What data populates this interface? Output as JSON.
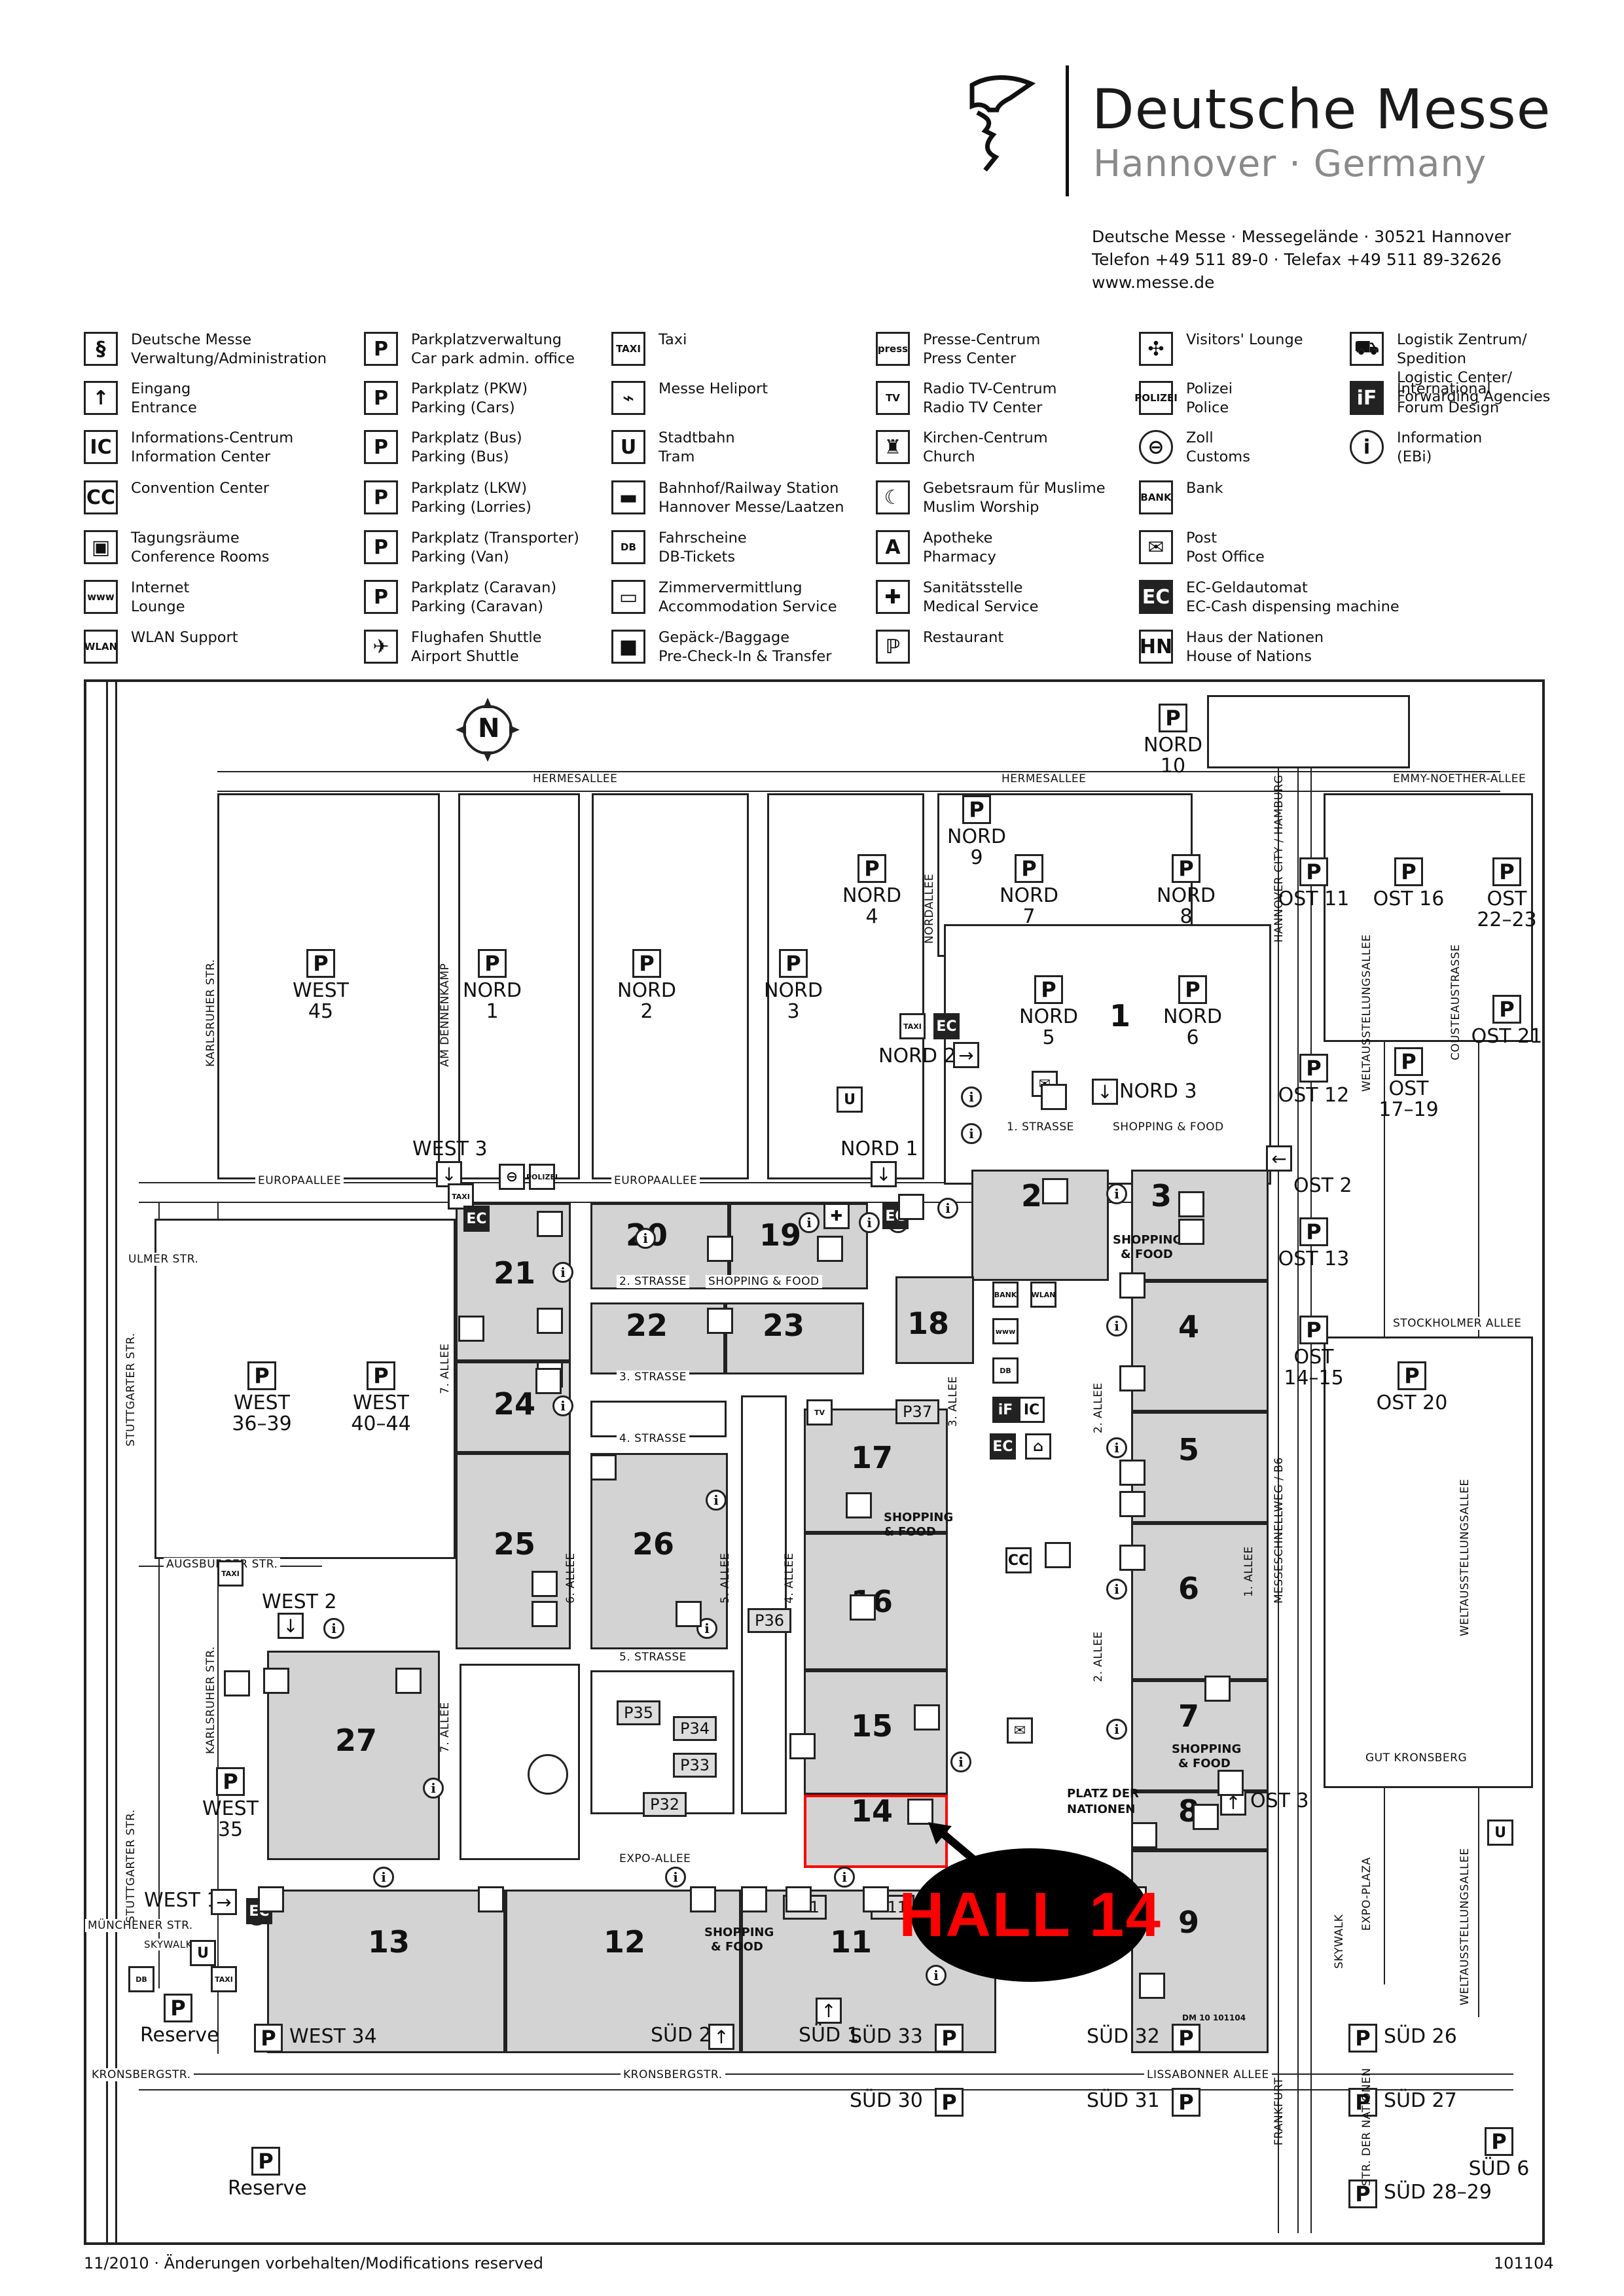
{
  "header": {
    "brand": "Deutsche Messe",
    "brand_sub": "Hannover · Germany",
    "address_line1": "Deutsche Messe · Messegelände · 30521 Hannover",
    "address_line2": "Telefon +49 511 89-0 · Telefax +49 511 89-32626",
    "address_line3": "www.messe.de"
  },
  "legend": [
    {
      "icon": "head-logo-icon",
      "glyph": "§",
      "de": "Deutsche Messe",
      "en": "Verwaltung/Administration"
    },
    {
      "icon": "entrance-arrow-icon",
      "glyph": "↑",
      "de": "Eingang",
      "en": "Entrance"
    },
    {
      "icon": "ic-icon",
      "glyph": "IC",
      "de": "Informations-Centrum",
      "en": "Information Center"
    },
    {
      "icon": "cc-icon",
      "glyph": "CC",
      "de": "Convention Center",
      "en": ""
    },
    {
      "icon": "conference-icon",
      "glyph": "▣",
      "de": "Tagungsräume",
      "en": "Conference Rooms"
    },
    {
      "icon": "www-icon",
      "glyph": "www",
      "de": "Internet",
      "en": "Lounge"
    },
    {
      "icon": "wlan-icon",
      "glyph": "WLAN",
      "de": "WLAN Support",
      "en": ""
    },
    {
      "icon": "car-park-admin-icon",
      "glyph": "P",
      "de": "Parkplatzverwaltung",
      "en": "Car park admin. office"
    },
    {
      "icon": "parking-cars-icon",
      "glyph": "P",
      "de": "Parkplatz (PKW)",
      "en": "Parking (Cars)"
    },
    {
      "icon": "parking-bus-icon",
      "glyph": "P",
      "de": "Parkplatz (Bus)",
      "en": "Parking (Bus)"
    },
    {
      "icon": "parking-lorries-icon",
      "glyph": "P",
      "de": "Parkplatz (LKW)",
      "en": "Parking (Lorries)"
    },
    {
      "icon": "parking-van-icon",
      "glyph": "P",
      "de": "Parkplatz (Transporter)",
      "en": "Parking (Van)"
    },
    {
      "icon": "parking-caravan-icon",
      "glyph": "P",
      "de": "Parkplatz (Caravan)",
      "en": "Parking (Caravan)"
    },
    {
      "icon": "airport-shuttle-icon",
      "glyph": "✈",
      "de": "Flughafen Shuttle",
      "en": "Airport Shuttle"
    },
    {
      "icon": "taxi-icon",
      "glyph": "TAXI",
      "de": "Taxi",
      "en": ""
    },
    {
      "icon": "heliport-icon",
      "glyph": "⌁",
      "de": "Messe Heliport",
      "en": ""
    },
    {
      "icon": "tram-icon",
      "glyph": "U",
      "de": "Stadtbahn",
      "en": "Tram"
    },
    {
      "icon": "railway-icon",
      "glyph": "▬",
      "de": "Bahnhof/Railway Station",
      "en": "Hannover Messe/Laatzen"
    },
    {
      "icon": "db-tickets-icon",
      "glyph": "DB",
      "de": "Fahrscheine",
      "en": "DB-Tickets"
    },
    {
      "icon": "accommodation-icon",
      "glyph": "▭",
      "de": "Zimmervermittlung",
      "en": "Accommodation Service"
    },
    {
      "icon": "baggage-icon",
      "glyph": "■",
      "de": "Gepäck-/Baggage",
      "en": "Pre-Check-In & Transfer"
    },
    {
      "icon": "press-icon",
      "glyph": "press",
      "de": "Presse-Centrum",
      "en": "Press Center"
    },
    {
      "icon": "radio-tv-icon",
      "glyph": "TV",
      "de": "Radio TV-Centrum",
      "en": "Radio TV Center"
    },
    {
      "icon": "church-icon",
      "glyph": "♜",
      "de": "Kirchen-Centrum",
      "en": "Church"
    },
    {
      "icon": "muslim-worship-icon",
      "glyph": "☾",
      "de": "Gebetsraum für Muslime",
      "en": "Muslim Worship"
    },
    {
      "icon": "pharmacy-icon",
      "glyph": "A",
      "de": "Apotheke",
      "en": "Pharmacy"
    },
    {
      "icon": "medical-icon",
      "glyph": "✚",
      "de": "Sanitätsstelle",
      "en": "Medical Service"
    },
    {
      "icon": "restaurant-icon",
      "glyph": "ℙ",
      "de": "Restaurant",
      "en": ""
    },
    {
      "icon": "visitors-lounge-icon",
      "glyph": "✣",
      "de": "Visitors' Lounge",
      "en": ""
    },
    {
      "icon": "police-icon",
      "glyph": "POLIZEI",
      "de": "Polizei",
      "en": "Police"
    },
    {
      "icon": "customs-icon",
      "glyph": "⊖",
      "de": "Zoll",
      "en": "Customs"
    },
    {
      "icon": "bank-icon",
      "glyph": "BANK",
      "de": "Bank",
      "en": ""
    },
    {
      "icon": "post-office-icon",
      "glyph": "✉",
      "de": "Post",
      "en": "Post Office"
    },
    {
      "icon": "ec-cash-icon",
      "glyph": "EC",
      "de": "EC-Geldautomat",
      "en": "EC-Cash dispensing machine"
    },
    {
      "icon": "house-of-nations-icon",
      "glyph": "HN",
      "de": "Haus der Nationen",
      "en": "House of Nations"
    },
    {
      "icon": "logistics-icon",
      "glyph": "⛟",
      "de": "Logistik Zentrum/",
      "en": "Spedition"
    },
    {
      "icon": "forum-design-icon",
      "glyph": "iF",
      "de": "International",
      "en": "Forum Design"
    },
    {
      "icon": "information-icon",
      "glyph": "i",
      "de": "Information",
      "en": "(EBi)"
    }
  ],
  "legend_extra": {
    "logistics_line3": "Logistic Center/",
    "logistics_line4": "Forwarding Agencies"
  },
  "map": {
    "halls": [
      "1",
      "2",
      "3",
      "4",
      "5",
      "6",
      "7",
      "8",
      "9",
      "11",
      "12",
      "13",
      "14",
      "15",
      "16",
      "17",
      "18",
      "19",
      "20",
      "21",
      "22",
      "23",
      "24",
      "25",
      "26",
      "27"
    ],
    "streets": {
      "hermesallee_w": "HERMESALLEE",
      "hermesallee_e": "HERMESALLEE",
      "emmy": "EMMY-NOETHER-ALLEE",
      "europaallee_w": "EUROPAALLEE",
      "europaallee_e": "EUROPAALLEE",
      "ulmer": "ULMER STR.",
      "augsburger": "AUGSBURGER STR.",
      "muenchener": "MÜNCHENER STR.",
      "kronsberg_w": "KRONSBERGSTR.",
      "kronsberg_e": "KRONSBERGSTR.",
      "lissabonner": "LISSABONNER ALLEE",
      "stockholmer": "STOCKHOLMER ALLEE",
      "gut_kronsberg": "GUT KRONSBERG",
      "expo_allee": "EXPO-ALLEE",
      "strasse1": "1. STRASSE",
      "strasse2": "2. STRASSE",
      "strasse3": "3. STRASSE",
      "strasse4": "4. STRASSE",
      "strasse5": "5. STRASSE",
      "karlsruher_n": "KARLSRUHER STR.",
      "karlsruher_s": "KARLSRUHER STR.",
      "stuttgarter_n": "STUTTGARTER STR.",
      "stuttgarter_s": "STUTTGARTER STR.",
      "dennenkamp": "AM DENNENKAMP",
      "allee7": "7. ALLEE",
      "allee7b": "7. ALLEE",
      "allee6": "6. ALLEE",
      "allee5": "5. ALLEE",
      "allee4": "4. ALLEE",
      "allee3": "3. ALLEE",
      "allee2": "2. ALLEE",
      "allee2b": "2. ALLEE",
      "allee1": "1. ALLEE",
      "nordallee": "NORDALLEE",
      "messeschnellweg": "MESSESCHNELLWEG / B6",
      "hannover_city": "HANNOVER CITY / HAMBURG",
      "weltausstellung1": "WELTAUSSTELLUNGSALLEE",
      "weltausstellung2": "WELTAUSSTELLUNGSALLEE",
      "weltausstellung3": "WELTAUSSTELLUNGSALLEE",
      "cousteau": "COUSTEAUSTRASSE",
      "skywalk_v": "SKYWALK",
      "expo_plaza": "EXPO-PLAZA",
      "str_der_nationen": "STR. DER NATIONEN",
      "frankfurt": "FRANKFURT",
      "skywalk": "SKYWALK"
    },
    "parking": {
      "nord10": "NORD 10",
      "nord9": "NORD 9",
      "nord4": "NORD 4",
      "nord7": "NORD 7",
      "nord8": "NORD 8",
      "nord1": "NORD 1",
      "nord2": "NORD 2",
      "nord3": "NORD 3",
      "nord5": "NORD 5",
      "nord6": "NORD 6",
      "west45": "WEST 45",
      "ost11": "OST 11",
      "ost16": "OST 16",
      "ost2223": "OST\n22–23",
      "ost21": "OST 21",
      "ost12": "OST 12",
      "ost1719": "OST\n17–19",
      "ost13": "OST 13",
      "ost1415": "OST\n14–15",
      "ost20": "OST 20",
      "west3639": "WEST\n36–39",
      "west4044": "WEST\n40–44",
      "west35": "WEST 35",
      "west34": "WEST 34",
      "sued33": "SÜD 33",
      "sued32": "SÜD 32",
      "sued26": "SÜD 26",
      "sued30": "SÜD 30",
      "sued31": "SÜD 31",
      "sued27": "SÜD 27",
      "sued6": "SÜD 6",
      "sued2829": "SÜD 28–29",
      "reserve1": "Reserve",
      "reserve2": "Reserve",
      "p37": "P37",
      "p36": "P36",
      "p35": "P35",
      "p34": "P34",
      "p33": "P33",
      "p32": "P32",
      "p11a": "P11",
      "p11b": "P11"
    },
    "gates": {
      "west3": "WEST 3",
      "nord1": "NORD 1",
      "nord2": "NORD 2",
      "nord3": "NORD 3",
      "ost2": "OST 2",
      "ost3": "OST 3",
      "west2": "WEST 2",
      "west1": "WEST 1",
      "sued2": "SÜD 2",
      "sued1": "SÜD 1"
    },
    "labels": {
      "shopping_food": "SHOPPING & FOOD",
      "shopping1": "SHOPPING",
      "food1": "& FOOD",
      "shopping2": "SHOPPING",
      "food2": "& FOOD",
      "shopping3": "SHOPPING",
      "food3": "& FOOD",
      "shopping4": "SHOPPING",
      "food4": "& FOOD",
      "shopping5": "SHOPPING & FOOD",
      "shopping6": "SHOPPING & FOOD",
      "platz1": "PLATZ DER",
      "platz2": "NATIONEN",
      "north": "N",
      "dm": "DM 10    101104"
    },
    "callout": "HALL 14",
    "highlight_color": "#ff0000"
  },
  "footer": {
    "left": "11/2010 · Änderungen vorbehalten/Modifications reserved",
    "right": "101104"
  }
}
